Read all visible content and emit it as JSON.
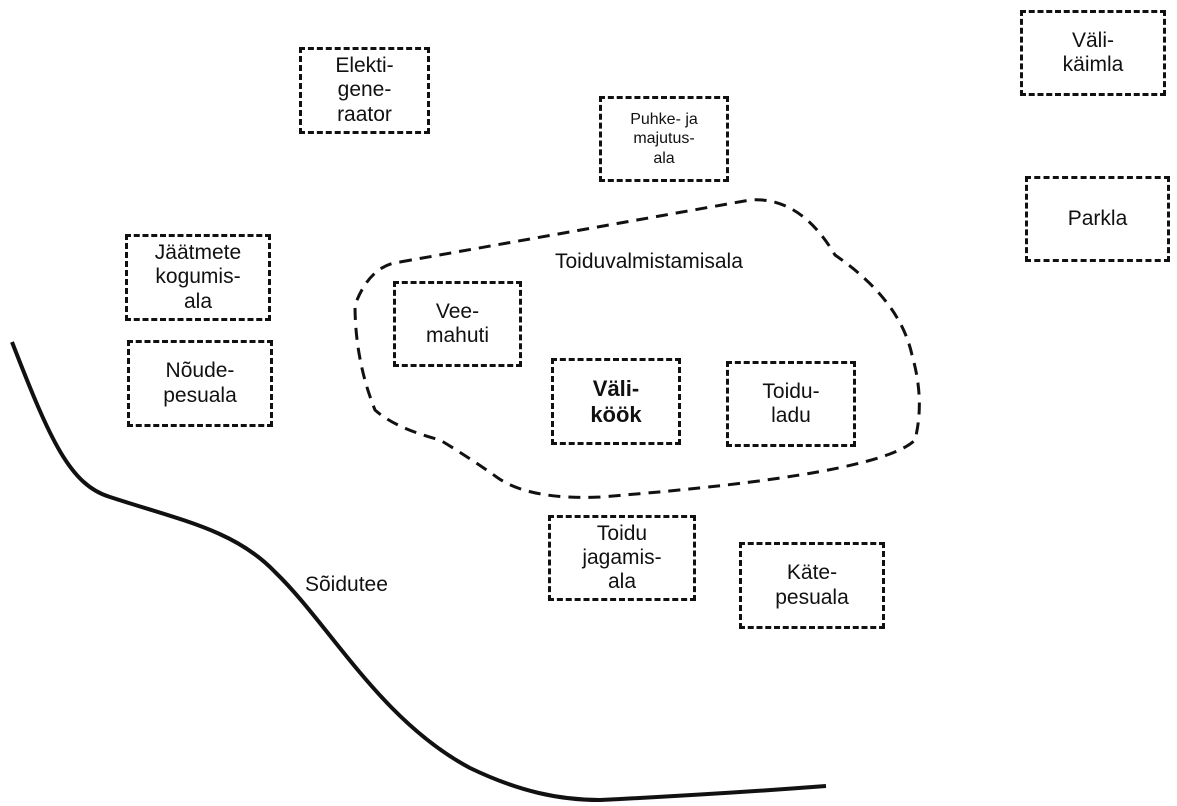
{
  "diagram": {
    "boxes": {
      "elektrigeneraator": [
        "Elekti-",
        "gene-",
        "raator"
      ],
      "puhke_majutusala": [
        "Puhke- ja",
        "majutus-",
        "ala"
      ],
      "valikaimla": [
        "Väli-",
        "käimla"
      ],
      "parkla": [
        "Parkla"
      ],
      "jaatmete_kogumisala": [
        "Jäätmete",
        "kogumis-",
        "ala"
      ],
      "noudepesuala": [
        "Nõude-",
        "pesuala"
      ],
      "veemahuti": [
        "Vee-",
        "mahuti"
      ],
      "valikook": [
        "Väli-",
        "köök"
      ],
      "toiduladu": [
        "Toidu-",
        "ladu"
      ],
      "toidu_jagamisala": [
        "Toidu",
        "jagamis-",
        "ala"
      ],
      "katepesuala": [
        "Käte-",
        "pesuala"
      ]
    },
    "labels": {
      "toiduvalmistamisala": "Toiduvalmistamisala",
      "soidutee": "Sõidutee"
    },
    "colors": {
      "line": "#111111",
      "background": "#ffffff"
    }
  }
}
